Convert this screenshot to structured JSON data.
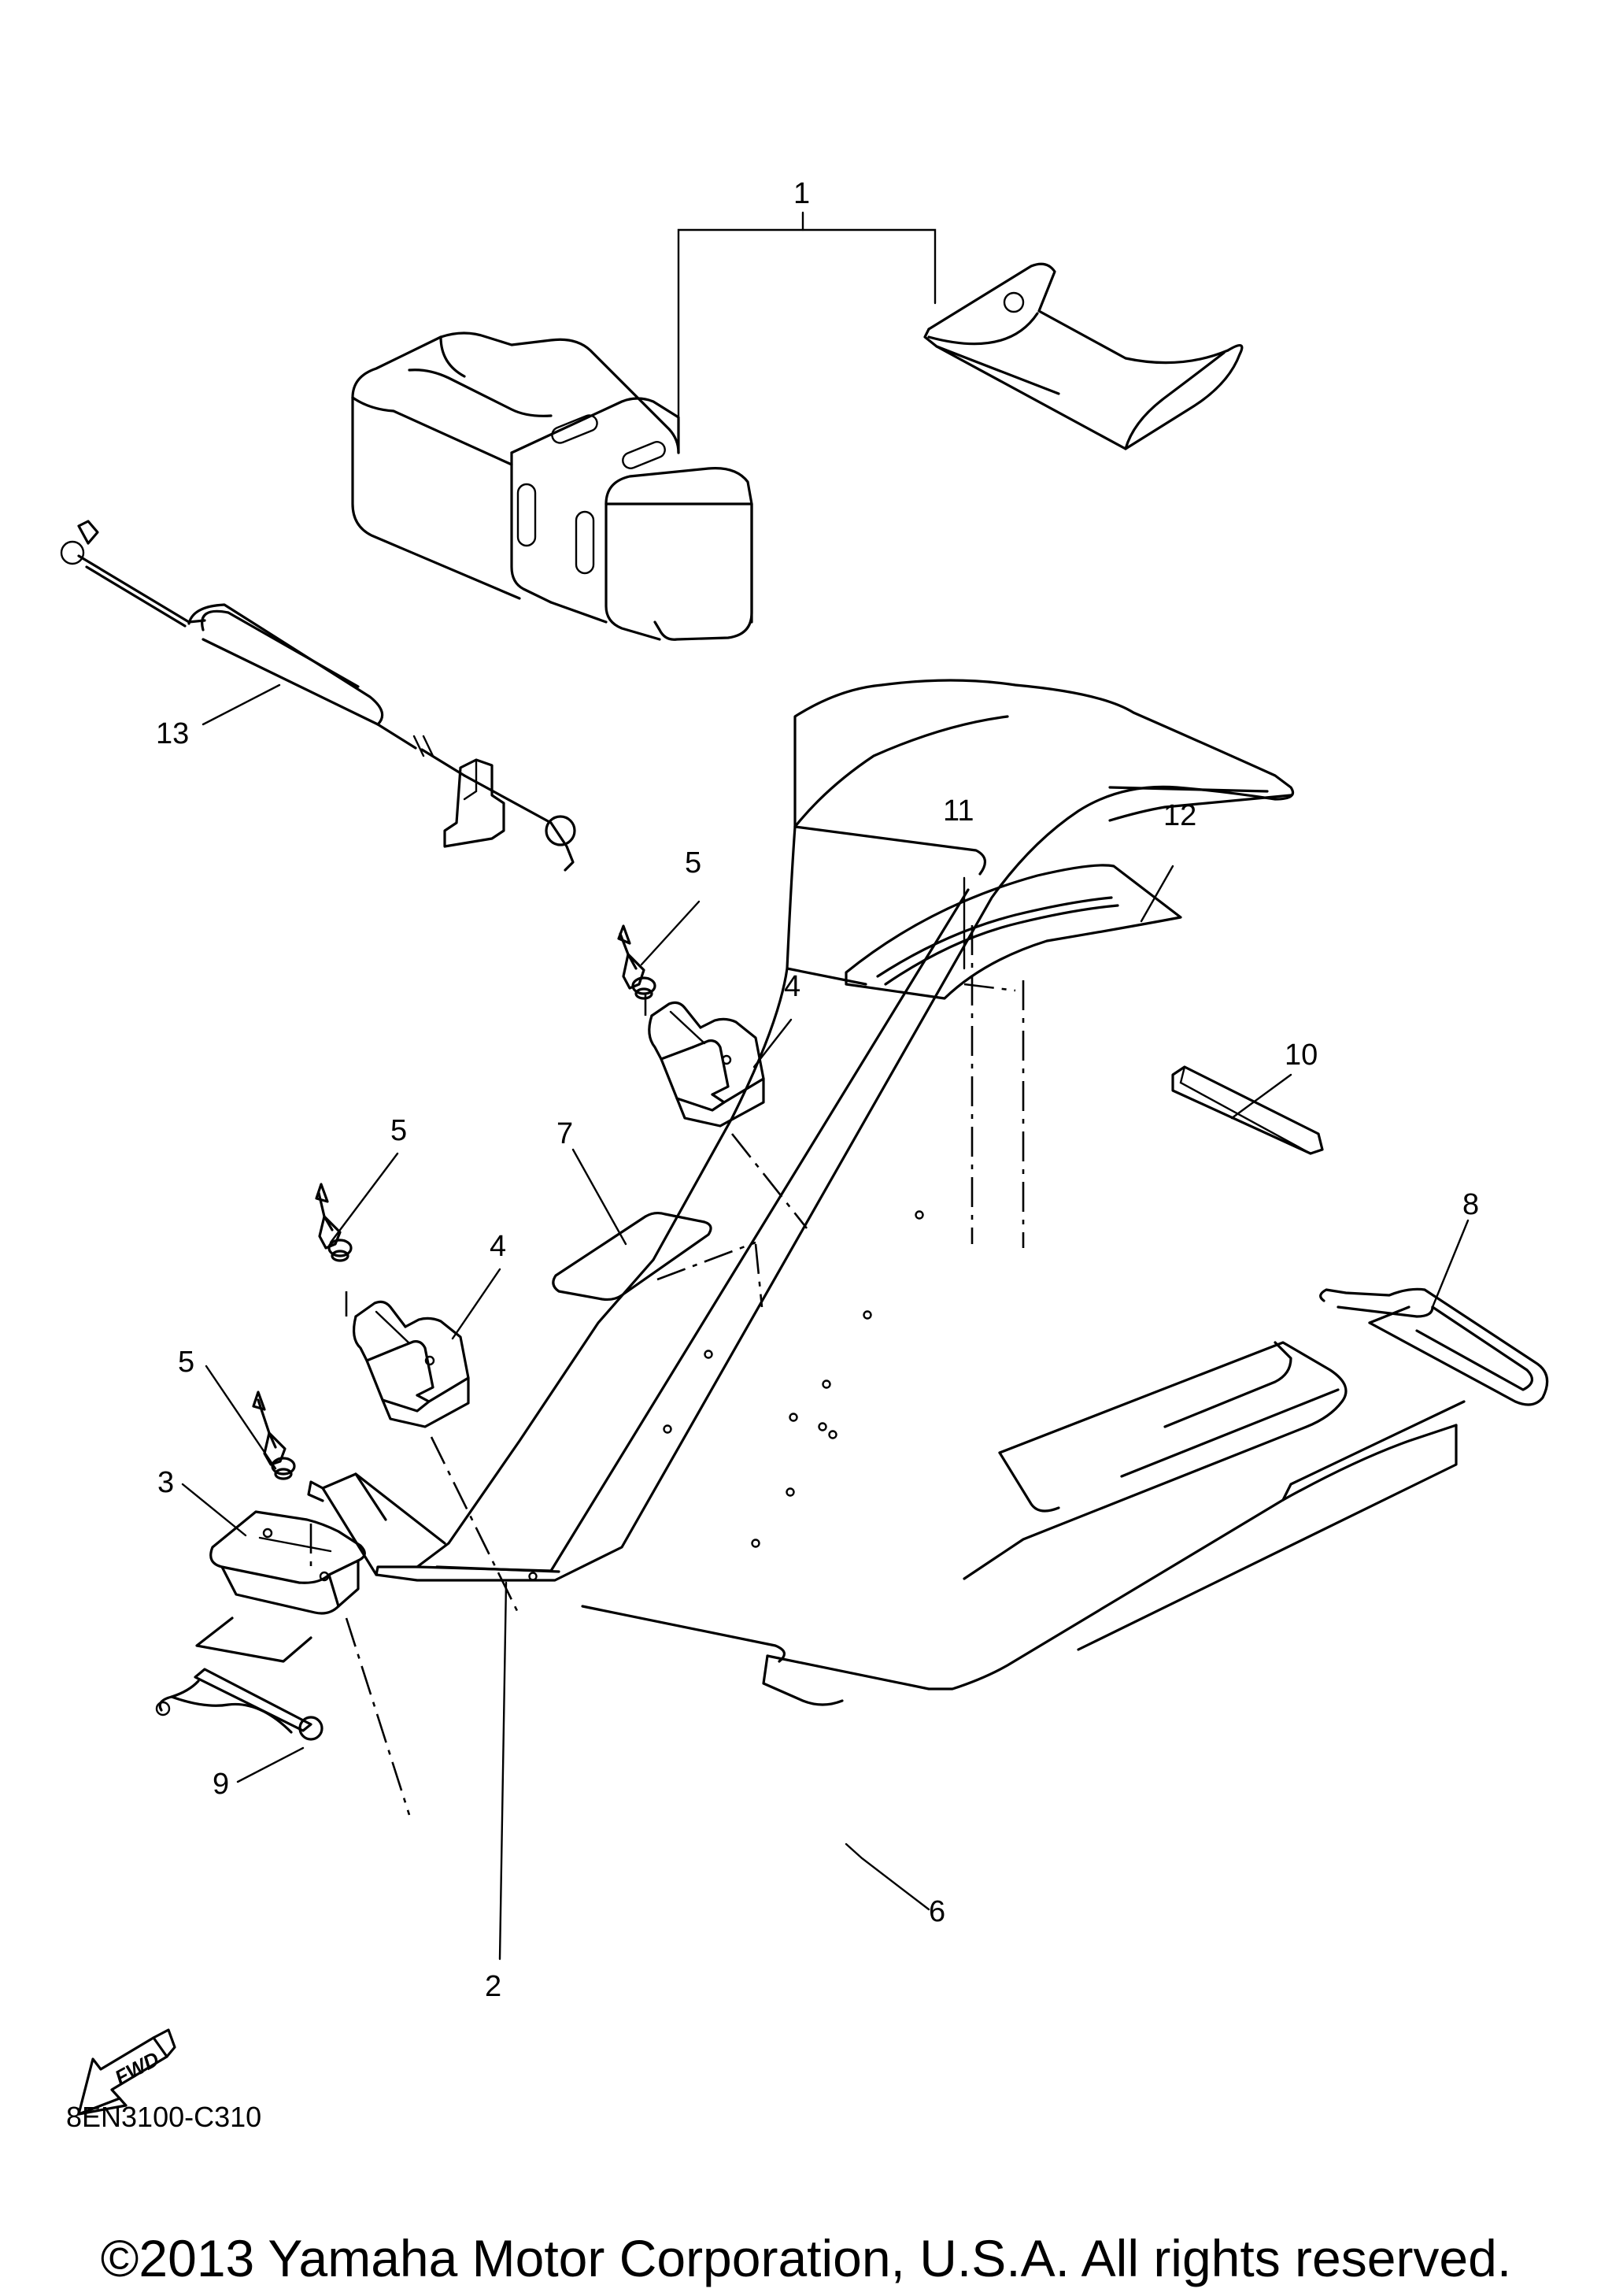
{
  "callouts": [
    "1",
    "2",
    "3",
    "4",
    "5",
    "6",
    "7",
    "8",
    "9",
    "10",
    "11",
    "12",
    "13"
  ],
  "fwd_label": "FWD",
  "diagram_code": "8EN3100-C310",
  "copyright": "©2013 Yamaha Motor Corporation, U.S.A. All rights reserved."
}
